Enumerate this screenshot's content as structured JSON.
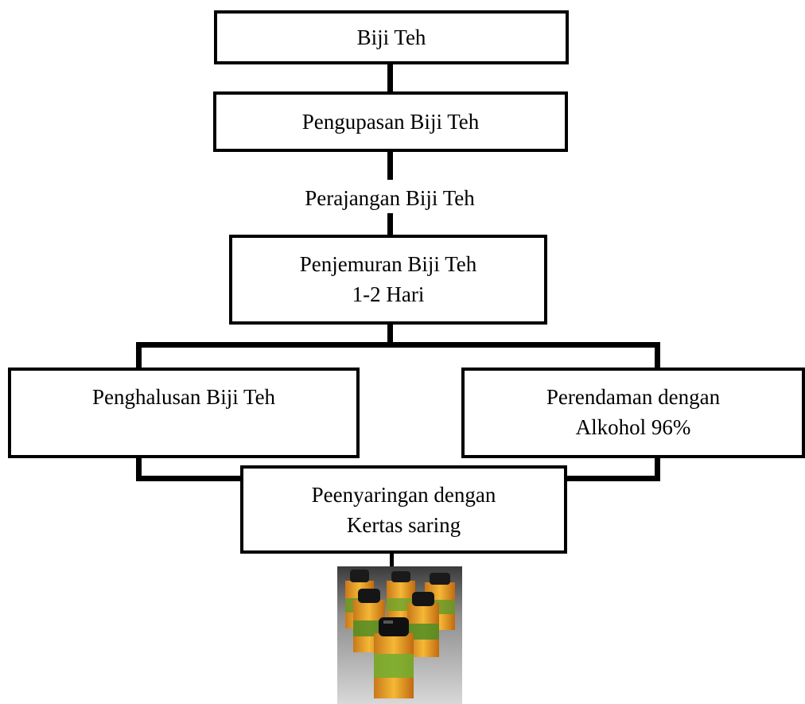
{
  "flow": {
    "step1": "Biji Teh",
    "step2": "Pengupasan Biji Teh",
    "step3": "Perajangan Biji Teh",
    "step4_line1": "Penjemuran Biji Teh",
    "step4_line2": "1-2 Hari",
    "step5a": "Penghalusan Biji Teh",
    "step5b_line1": "Perendaman dengan",
    "step5b_line2": "Alkohol 96%",
    "step6_line1": "Peenyaringan dengan",
    "step6_line2": "Kertas saring"
  },
  "colors": {
    "line": "#000000",
    "box_fill": "#ffffff",
    "bottle_cap": "#1a1a1a",
    "liquid": "#e8a020"
  }
}
